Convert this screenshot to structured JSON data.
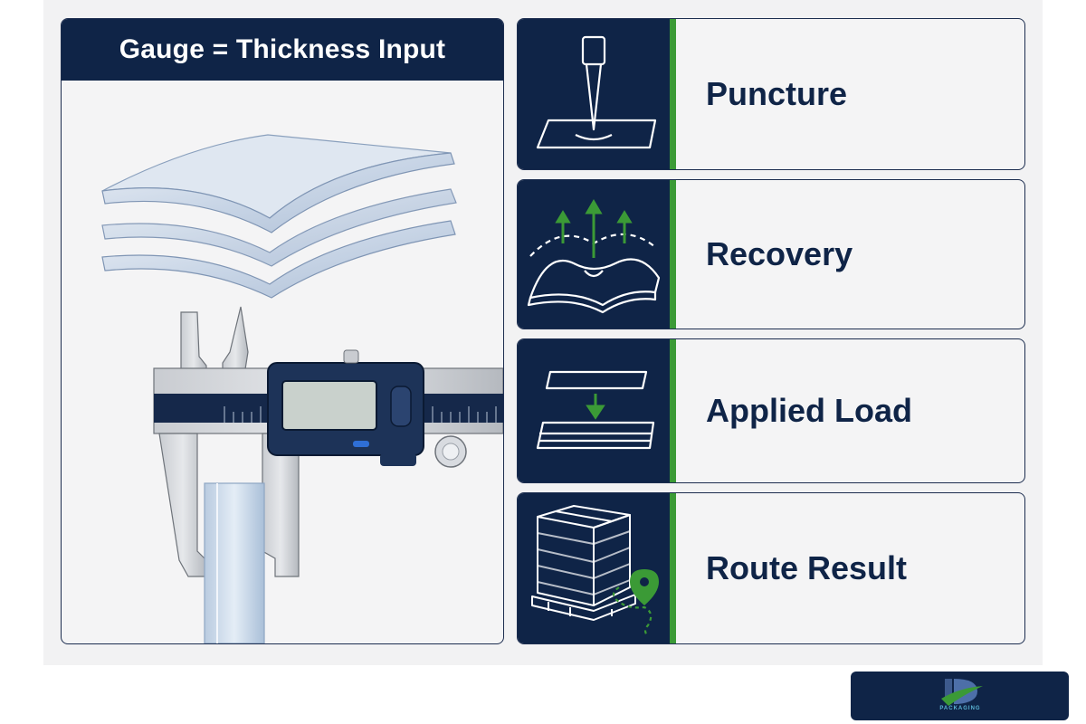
{
  "gauge_panel": {
    "title": "Gauge = Thickness Input"
  },
  "cards": [
    {
      "label": "Puncture",
      "icon": "puncture-probe-icon"
    },
    {
      "label": "Recovery",
      "icon": "film-recovery-icon"
    },
    {
      "label": "Applied Load",
      "icon": "applied-load-icon"
    },
    {
      "label": "Route Result",
      "icon": "pallet-route-icon"
    }
  ],
  "logo": {
    "wordmark": "PACKAGING"
  },
  "colors": {
    "navy": "#0f2447",
    "accent_green": "#3b9a36",
    "panel_bg": "#f4f4f5"
  }
}
